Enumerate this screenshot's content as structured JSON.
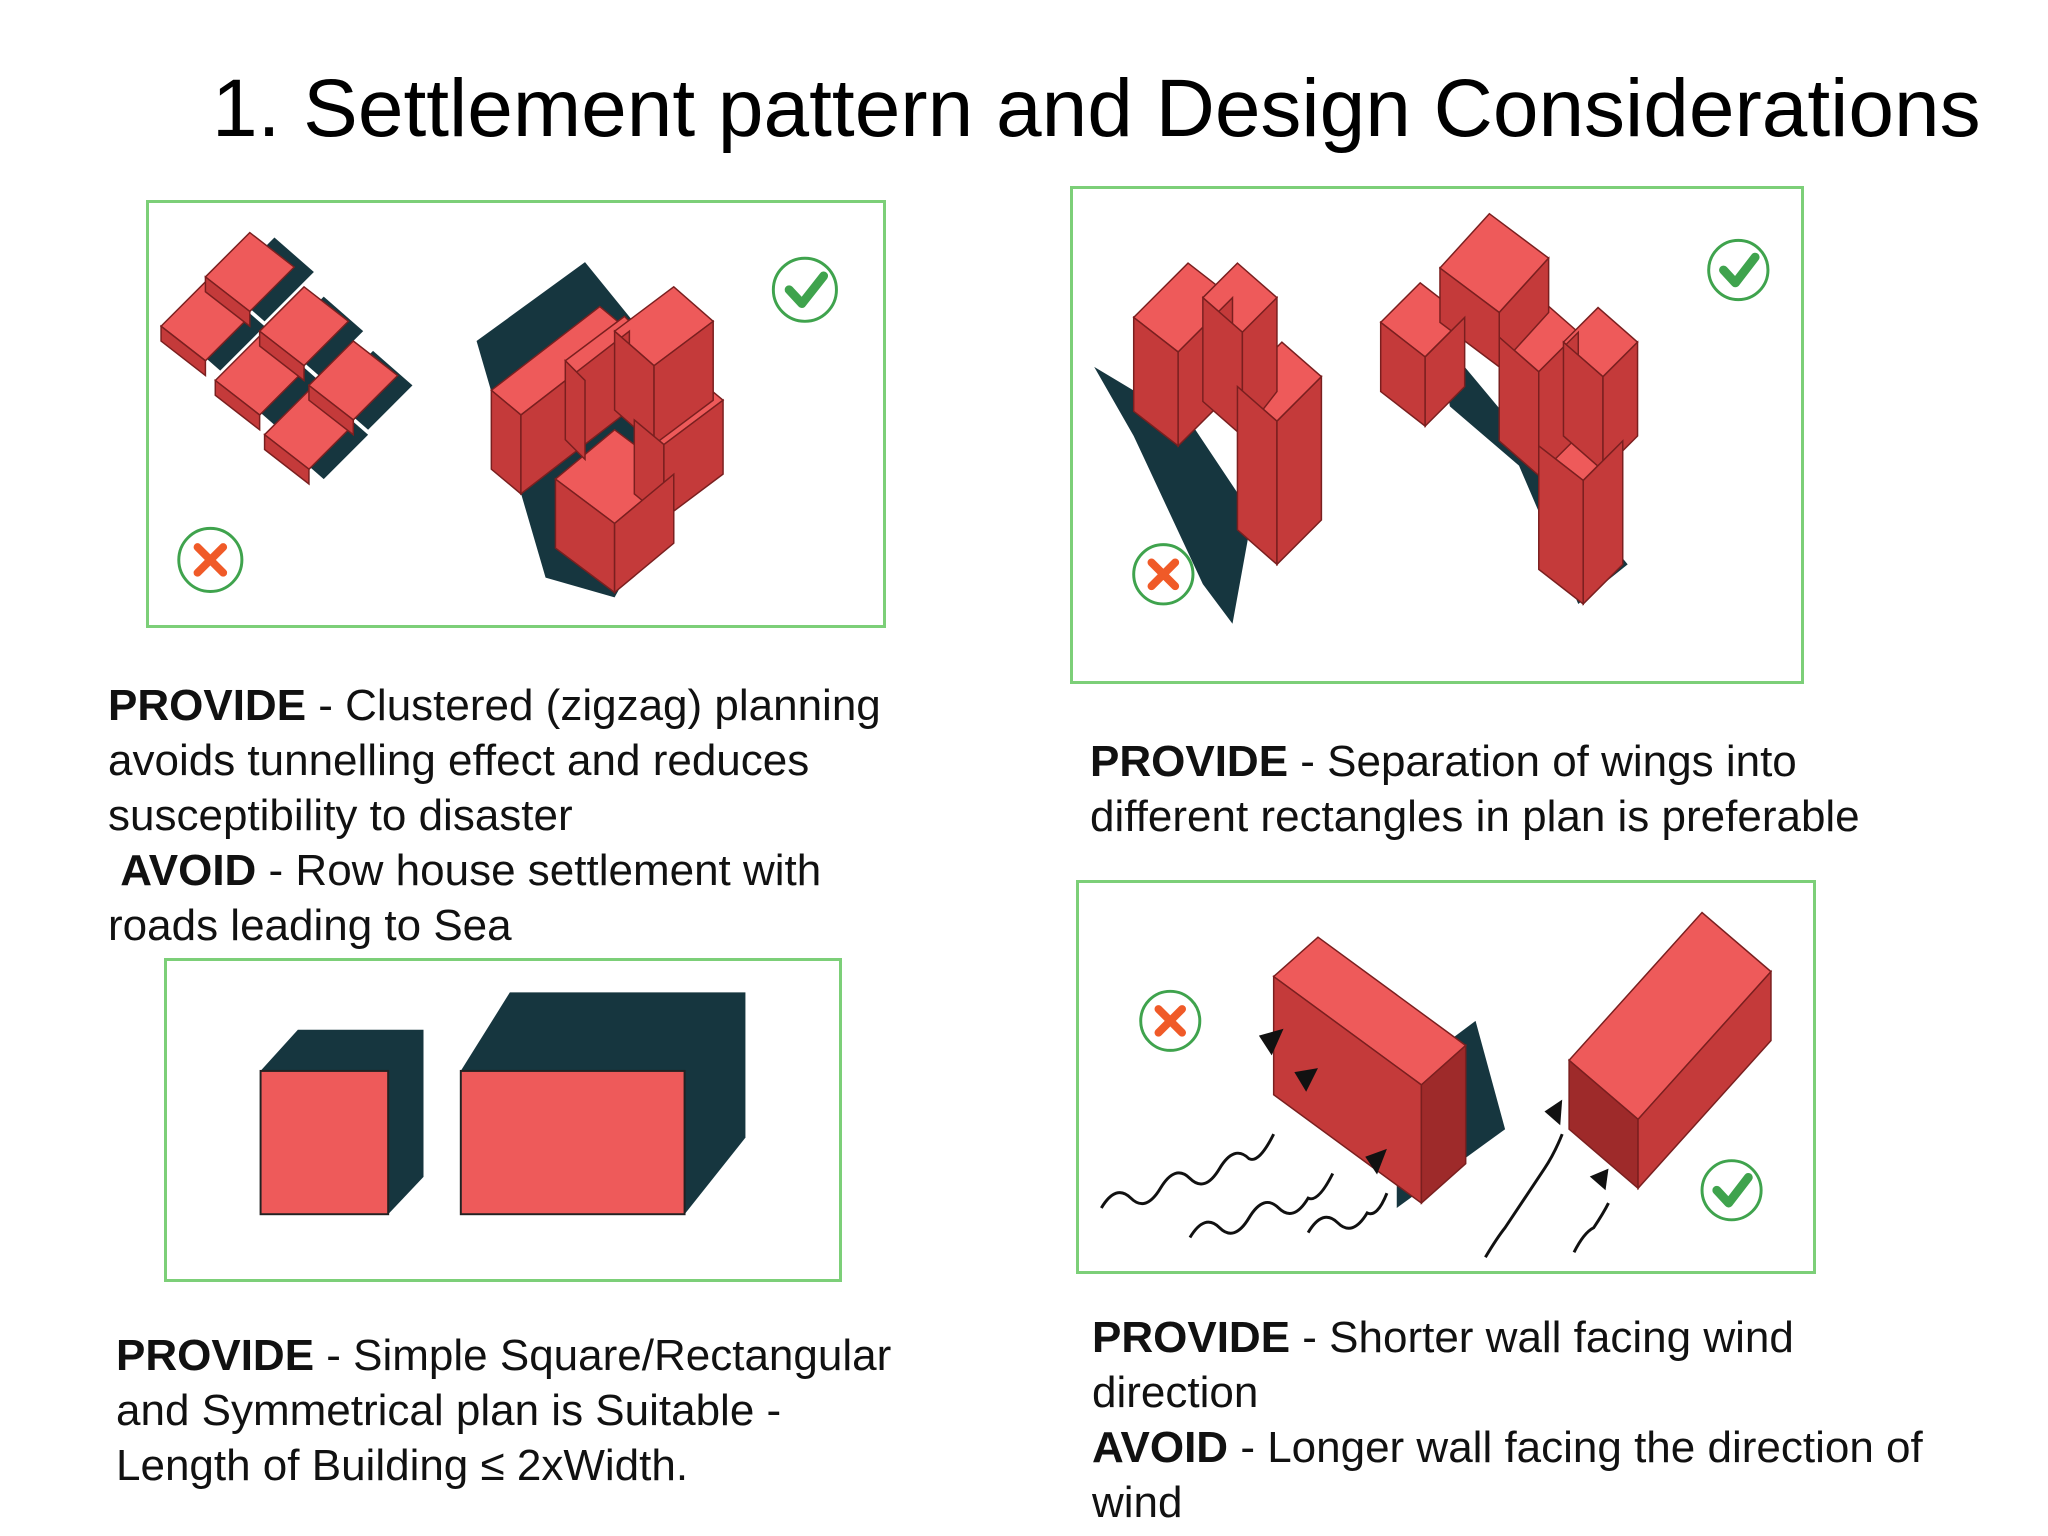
{
  "title": "1. Settlement pattern and Design Considerations",
  "colors": {
    "roof": "#ee5a5a",
    "wall": "#c43a3a",
    "wall_dark": "#9e2a2a",
    "shadow": "#16363f",
    "frame": "#7ccf78",
    "check": "#3fa34d",
    "cross": "#f05a28"
  },
  "captions": {
    "top_left": {
      "provide_label": "PROVIDE",
      "provide_text_1": " - Clustered (zigzag) planning",
      "provide_text_2": "avoids tunnelling effect and reduces",
      "provide_text_3": "susceptibility to disaster",
      "avoid_label": "AVOID",
      "avoid_text_1": " - Row house settlement with",
      "avoid_text_2": "roads leading to Sea"
    },
    "top_right": {
      "provide_label": "PROVIDE",
      "provide_text_1": " - Separation of wings into",
      "provide_text_2": "different rectangles in plan is preferable"
    },
    "bottom_left": {
      "provide_label": "PROVIDE",
      "provide_text_1": " - Simple Square/Rectangular",
      "provide_text_2": "and Symmetrical plan is Suitable -",
      "provide_text_3": "Length of Building ≤ 2xWidth."
    },
    "bottom_right": {
      "provide_label": "PROVIDE",
      "provide_text_1": " - Shorter wall facing wind",
      "provide_text_2": "direction",
      "avoid_label": "AVOID",
      "avoid_text_1": " - Longer wall facing the direction of",
      "avoid_text_2": "wind"
    }
  },
  "icons": {
    "good": "check-circle-icon",
    "bad": "cross-circle-icon"
  }
}
